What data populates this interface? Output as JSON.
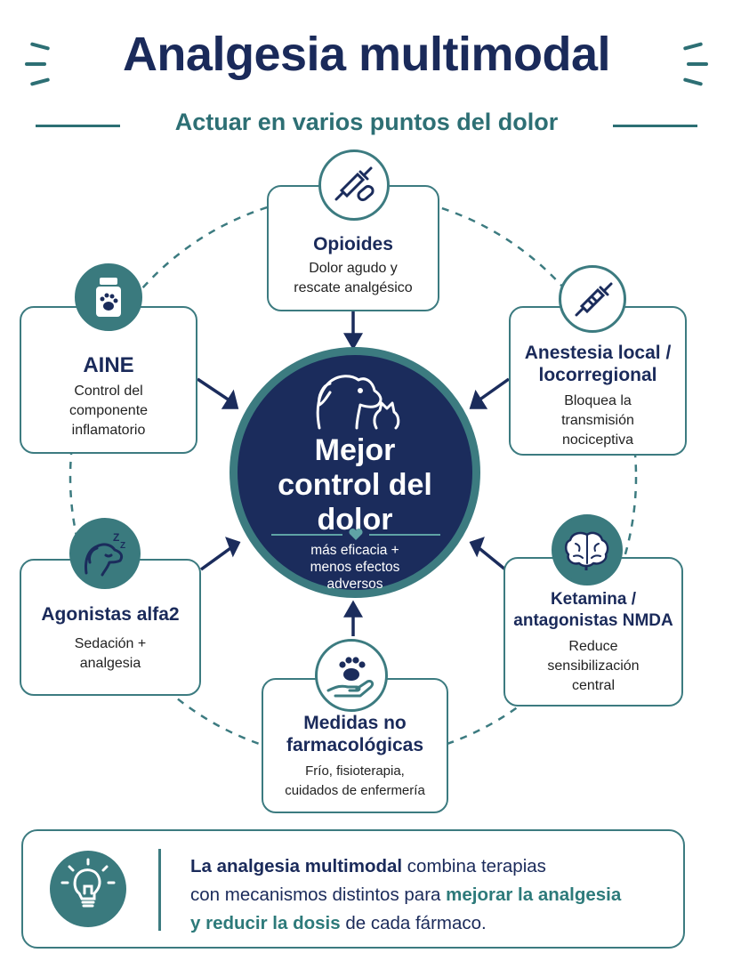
{
  "header": {
    "title": "Analgesia multimodal",
    "subtitle": "Actuar en varios puntos del dolor"
  },
  "hub": {
    "title_lines": [
      "Mejor",
      "control del",
      "dolor"
    ],
    "subtitle_lines": [
      "más eficacia +",
      "menos efectos",
      "adversos"
    ],
    "icon": "dog-cat-icon",
    "divider_icon": "heart-icon"
  },
  "cards": [
    {
      "id": "opioides",
      "title": "Opioides",
      "desc_lines": [
        "Dolor agudo y",
        "rescate analgésico"
      ],
      "icon": "syringe-pill-icon"
    },
    {
      "id": "aine",
      "title": "AINE",
      "desc_lines": [
        "Control del",
        "componente",
        "inflamatorio"
      ],
      "icon": "medicine-bottle-paw-icon"
    },
    {
      "id": "anestesia",
      "title_lines": [
        "Anestesia local /",
        "locorregional"
      ],
      "desc_lines": [
        "Bloquea la",
        "transmisión",
        "nociceptiva"
      ],
      "icon": "syringe-icon"
    },
    {
      "id": "agonistas",
      "title": "Agonistas alfa2",
      "desc_lines": [
        "Sedación +",
        "analgesia"
      ],
      "icon": "sleeping-dog-icon"
    },
    {
      "id": "ketamina",
      "title_lines": [
        "Ketamina /",
        "antagonistas NMDA"
      ],
      "desc_lines": [
        "Reduce",
        "sensibilización",
        "central"
      ],
      "icon": "brain-icon"
    },
    {
      "id": "medidas",
      "title_lines": [
        "Medidas no",
        "farmacológicas"
      ],
      "desc_lines": [
        "Frío, fisioterapia,",
        "cuidados de enfermería"
      ],
      "icon": "hand-paw-icon"
    }
  ],
  "note": {
    "icon": "lightbulb-icon",
    "line1_bold": "La analgesia multimodal",
    "line1_rest": " combina terapias",
    "line2_plain": "con mecanismos distintos para ",
    "line2_hl": "mejorar la analgesia",
    "line3_hl": "y reducir la dosis",
    "line3_rest": " de cada fármaco."
  },
  "colors": {
    "navy": "#1b2c5c",
    "teal": "#3c7b80",
    "teal_text": "#2d6f74"
  }
}
